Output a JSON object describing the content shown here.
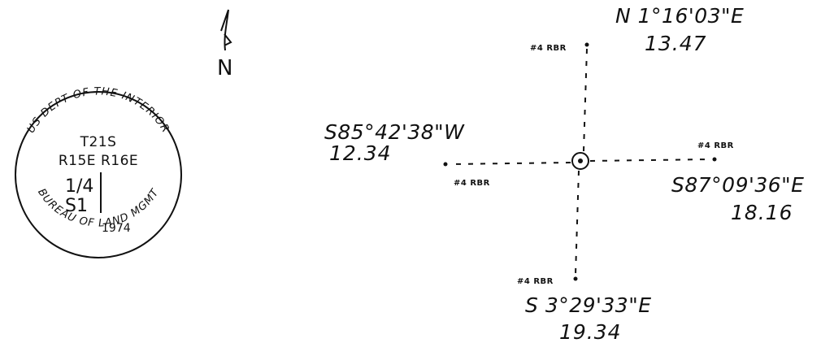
{
  "north_arrow": {
    "label": "N"
  },
  "cap": {
    "top_arc": "US DEPT OF THE INTERIOR",
    "bottom_arc": "BUREAU OF LAND MGMT",
    "line1": "T21S",
    "line2": "R15E R16E",
    "fraction": "1/4",
    "section": "S1",
    "year": "1974"
  },
  "rays": [
    {
      "id": "north",
      "bearing": "N 1°16'03\"E",
      "distance": "13.47",
      "marker": "#4 RBR"
    },
    {
      "id": "west",
      "bearing": "S85°42'38\"W",
      "distance": "12.34",
      "marker": "#4 RBR"
    },
    {
      "id": "east",
      "bearing": "S87°09'36\"E",
      "distance": "18.16",
      "marker": "#4 RBR"
    },
    {
      "id": "south",
      "bearing": "S 3°29'33\"E",
      "distance": "19.34",
      "marker": "#4 RBR"
    }
  ]
}
